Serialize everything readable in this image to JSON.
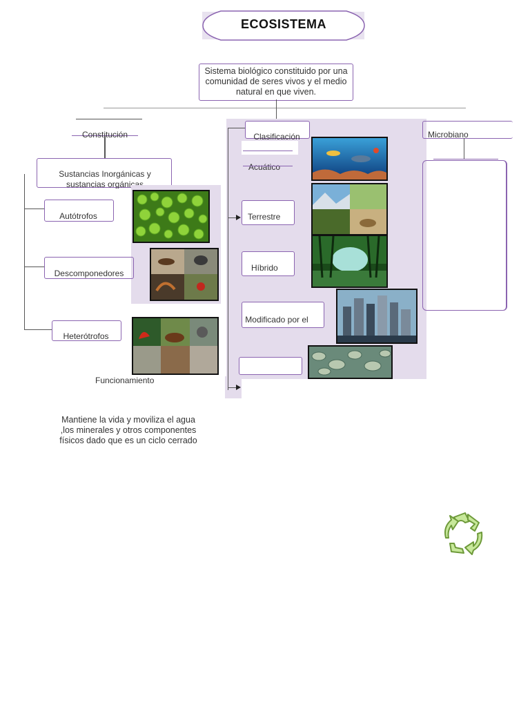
{
  "title": "ECOSISTEMA",
  "definition": "Sistema biológico constituido por una comunidad de seres vivos y el medio natural en que viven.",
  "branches": {
    "constitucion": "Constitución",
    "clasificacion": "Clasificación",
    "microbiano": "Microbiano"
  },
  "constitucion": {
    "sustancias": "Sustancias Inorgánicas y sustancias orgánicas",
    "items": [
      "Autótrofos",
      "Descomponedores",
      "Heterótrofos"
    ]
  },
  "clasificacion": {
    "items": [
      "Acuático",
      "Terrestre",
      "Híbrido",
      "Modificado por el"
    ]
  },
  "funcionamiento": {
    "label": "Funcionamiento",
    "text": "Mantiene la vida y moviliza el agua ,los minerales y otros componentes físicos dado que es un ciclo cerrado"
  },
  "icons": {
    "recycle": "recycle-icon"
  },
  "colors": {
    "accent": "#8a63b0",
    "shade": "#e4dcec"
  }
}
